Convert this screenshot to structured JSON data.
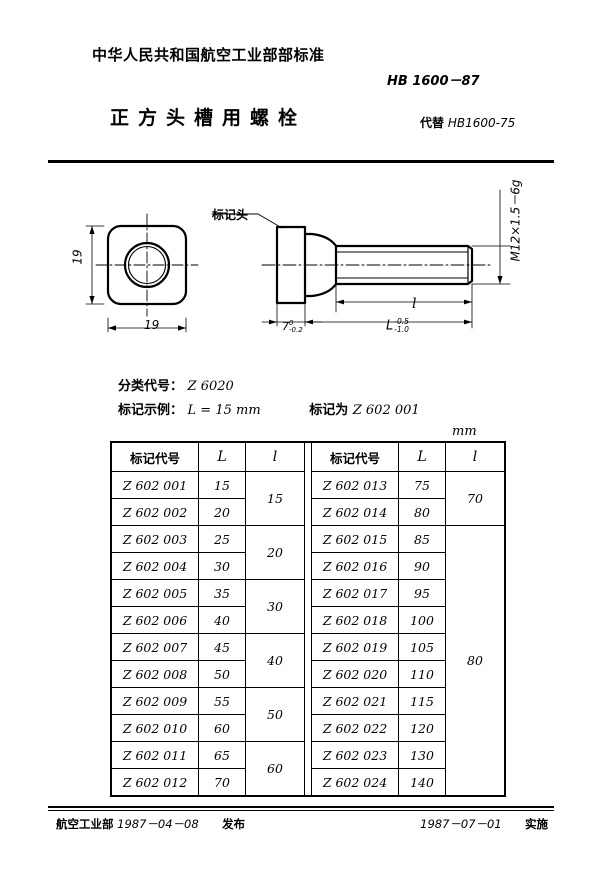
{
  "header": {
    "organization": "中华人民共和国航空工业部部标准",
    "standard_no": "HB 1600－87",
    "title": "正方头槽用螺栓",
    "replaces_label": "代替",
    "replaces_value": "HB1600-75"
  },
  "drawing": {
    "callout_head": "标记头",
    "dim_head_width": "19",
    "dim_head_height": "19",
    "thread_spec": "M12×1.5－6g",
    "dim_neck": "7",
    "dim_neck_tol_upper": "0",
    "dim_neck_tol_lower": "-0.2",
    "dim_thread_length": "l",
    "dim_total_length": "L",
    "dim_total_tol_upper": "-0.5",
    "dim_total_tol_lower": "-1.0"
  },
  "spec": {
    "class_label": "分类代号：",
    "class_value": "Z 6020",
    "example_label": "标记示例：",
    "example_value": "L = 15 mm",
    "mark_label": "标记为",
    "mark_value": "Z 602 001"
  },
  "table": {
    "unit": "mm",
    "headers": [
      "标记代号",
      "L",
      "l"
    ],
    "left": [
      {
        "code": "Z 602 001",
        "L": "15",
        "l": "15",
        "l_span": 2
      },
      {
        "code": "Z 602 002",
        "L": "20"
      },
      {
        "code": "Z 602 003",
        "L": "25",
        "l": "20",
        "l_span": 2
      },
      {
        "code": "Z 602 004",
        "L": "30"
      },
      {
        "code": "Z 602 005",
        "L": "35",
        "l": "30",
        "l_span": 2
      },
      {
        "code": "Z 602 006",
        "L": "40"
      },
      {
        "code": "Z 602 007",
        "L": "45",
        "l": "40",
        "l_span": 2
      },
      {
        "code": "Z 602 008",
        "L": "50"
      },
      {
        "code": "Z 602 009",
        "L": "55",
        "l": "50",
        "l_span": 2
      },
      {
        "code": "Z 602 010",
        "L": "60"
      },
      {
        "code": "Z 602 011",
        "L": "65",
        "l": "60",
        "l_span": 2
      },
      {
        "code": "Z 602 012",
        "L": "70"
      }
    ],
    "right": [
      {
        "code": "Z 602 013",
        "L": "75",
        "l": "70",
        "l_span": 2
      },
      {
        "code": "Z 602 014",
        "L": "80"
      },
      {
        "code": "Z 602 015",
        "L": "85",
        "l": "80",
        "l_span": 10
      },
      {
        "code": "Z 602 016",
        "L": "90"
      },
      {
        "code": "Z 602 017",
        "L": "95"
      },
      {
        "code": "Z 602 018",
        "L": "100"
      },
      {
        "code": "Z 602 019",
        "L": "105"
      },
      {
        "code": "Z 602 020",
        "L": "110"
      },
      {
        "code": "Z 602 021",
        "L": "115"
      },
      {
        "code": "Z 602 022",
        "L": "120"
      },
      {
        "code": "Z 602 023",
        "L": "130"
      },
      {
        "code": "Z 602 024",
        "L": "140"
      }
    ]
  },
  "footer": {
    "issuer": "航空工业部",
    "issue_date": "1987－04－08",
    "issue_action": "发布",
    "effective_date": "1987－07－01",
    "effective_action": "实施"
  }
}
